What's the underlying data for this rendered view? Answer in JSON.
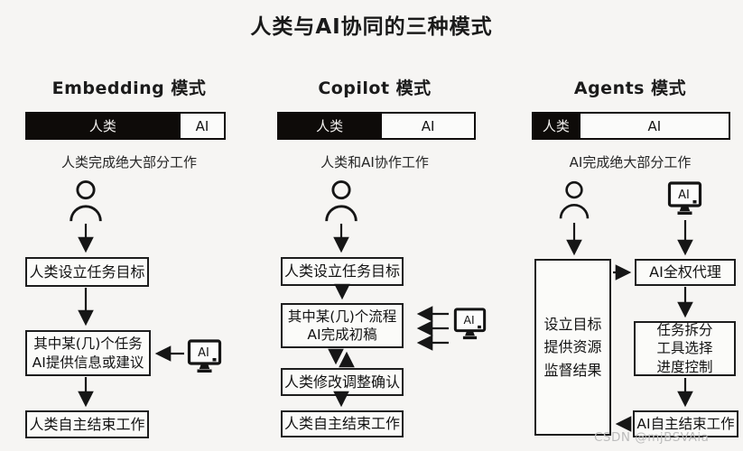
{
  "title": "人类与AI协同的三种模式",
  "watermark": "CSDN @mjBSVAia",
  "accent_colors": {
    "human_bar": "#0e0b09",
    "ai_bar": "#fbfbfa",
    "line": "#161616"
  },
  "columns": [
    {
      "id": "embedding",
      "header": "Embedding 模式",
      "subtitle": "人类完成绝大部分工作",
      "bar": {
        "human_label": "人类",
        "ai_label": "AI",
        "human_pct": 77,
        "ai_pct": 23
      },
      "ai_icon_label": "AI",
      "boxes": {
        "set_goal": "人类设立任务目标",
        "ai_assist": "其中某(几)个任务\nAI提供信息或建议",
        "finish": "人类自主结束工作"
      }
    },
    {
      "id": "copilot",
      "header": "Copilot 模式",
      "subtitle": "人类和AI协作工作",
      "bar": {
        "human_label": "人类",
        "ai_label": "AI",
        "human_pct": 52,
        "ai_pct": 48
      },
      "ai_icon_label": "AI",
      "boxes": {
        "set_goal": "人类设立任务目标",
        "ai_draft": "其中某(几)个流程\nAI完成初稿",
        "review": "人类修改调整确认",
        "finish": "人类自主结束工作"
      }
    },
    {
      "id": "agents",
      "header": "Agents 模式",
      "subtitle": "AI完成绝大部分工作",
      "bar": {
        "human_label": "人类",
        "ai_label": "AI",
        "human_pct": 23,
        "ai_pct": 77
      },
      "ai_icon_label": "AI",
      "boxes": {
        "human_role": "设立目标\n提供资源\n监督结果",
        "ai_delegate": "AI全权代理",
        "ai_tasks": "任务拆分\n工具选择\n进度控制",
        "finish": "AI自主结束工作"
      }
    }
  ]
}
